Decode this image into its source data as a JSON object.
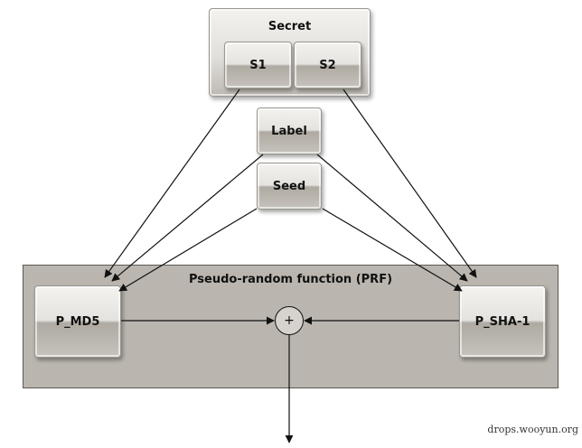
{
  "secret": {
    "title": "Secret",
    "s1": "S1",
    "s2": "S2"
  },
  "label": "Label",
  "seed": "Seed",
  "prf": {
    "title": "Pseudo-random function (PRF)",
    "p_md5": "P_MD5",
    "p_sha1": "P_SHA-1",
    "combine_symbol": "+"
  },
  "watermark": "drops.wooyun.org"
}
